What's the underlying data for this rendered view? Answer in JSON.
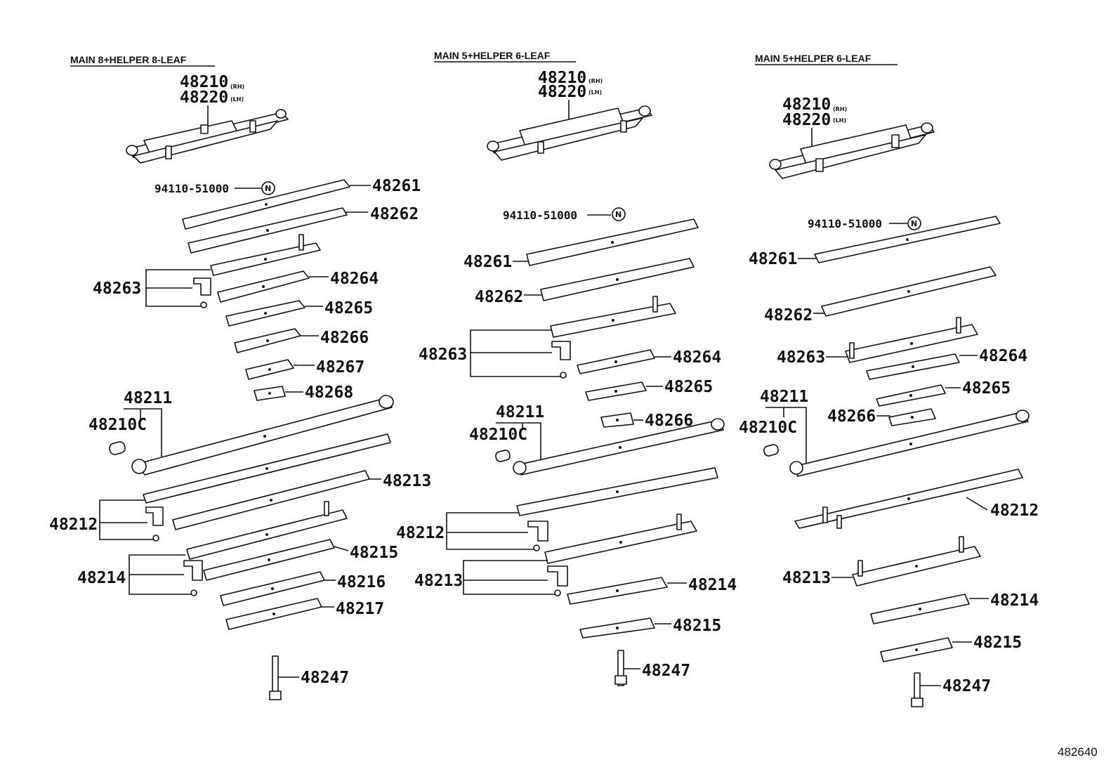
{
  "diagram": {
    "reference": "482640",
    "note_symbol": "N",
    "columns": [
      {
        "header": "MAIN 8+HELPER 8-LEAF",
        "assembly": {
          "rh": "48210",
          "rh_note": "(RH)",
          "lh": "48220",
          "lh_note": "(LH)"
        },
        "bolt_ref": "94110-51000",
        "labels": [
          "48261",
          "48262",
          "48263",
          "48264",
          "48265",
          "48266",
          "48267",
          "48268",
          "48211",
          "48210C",
          "48213",
          "48212",
          "48215",
          "48214",
          "48216",
          "48217",
          "48247"
        ]
      },
      {
        "header": "MAIN 5+HELPER 6-LEAF",
        "assembly": {
          "rh": "48210",
          "rh_note": "(RH)",
          "lh": "48220",
          "lh_note": "(LH)"
        },
        "bolt_ref": "94110-51000",
        "labels": [
          "48261",
          "48262",
          "48263",
          "48264",
          "48265",
          "48266",
          "48211",
          "48210C",
          "48212",
          "48213",
          "48214",
          "48215",
          "48247"
        ]
      },
      {
        "header": "MAIN 5+HELPER 6-LEAF",
        "assembly": {
          "rh": "48210",
          "rh_note": "(RH)",
          "lh": "48220",
          "lh_note": "(LH)"
        },
        "bolt_ref": "94110-51000",
        "labels": [
          "48261",
          "48262",
          "48263",
          "48264",
          "48265",
          "48266",
          "48211",
          "48210C",
          "48212",
          "48213",
          "48214",
          "48215",
          "48247"
        ]
      }
    ]
  }
}
